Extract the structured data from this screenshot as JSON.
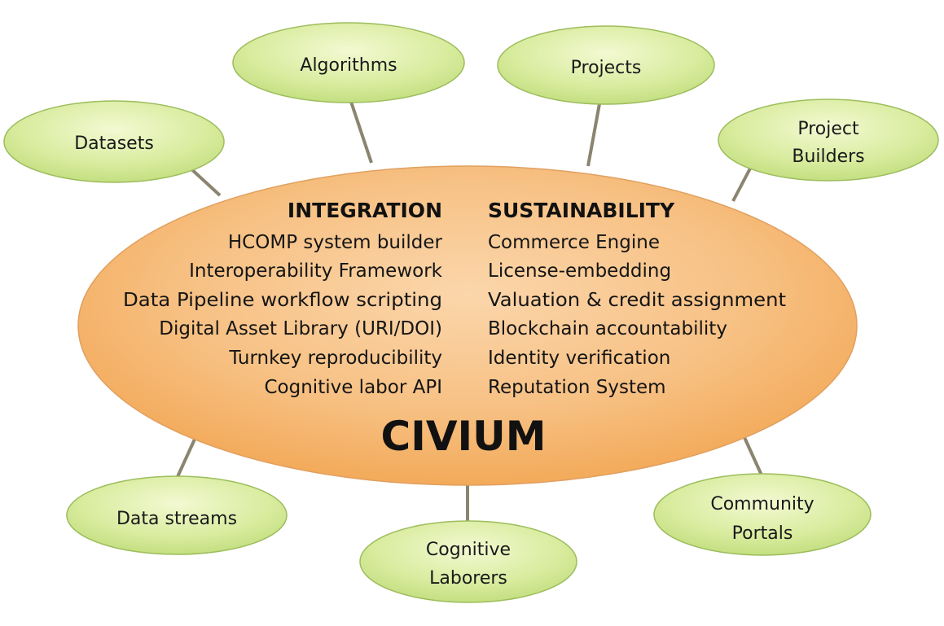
{
  "center": {
    "title": "CIVIUM",
    "integration": {
      "heading": "INTEGRATION",
      "items": [
        "HCOMP system builder",
        "Interoperability Framework",
        "Data Pipeline workflow scripting",
        "Digital Asset Library (URI/DOI)",
        "Turnkey reproducibility",
        "Cognitive labor API"
      ]
    },
    "sustainability": {
      "heading": "SUSTAINABILITY",
      "items": [
        "Commerce Engine",
        "License-embedding",
        "Valuation & credit assignment",
        "Blockchain accountability",
        "Identity verification",
        "Reputation System"
      ]
    }
  },
  "satellites": [
    {
      "id": "algorithms",
      "lines": [
        "Algorithms"
      ]
    },
    {
      "id": "projects",
      "lines": [
        "Projects"
      ]
    },
    {
      "id": "datasets",
      "lines": [
        "Datasets"
      ]
    },
    {
      "id": "project-builders",
      "lines": [
        "Project",
        "Builders"
      ]
    },
    {
      "id": "data-streams",
      "lines": [
        "Data streams"
      ]
    },
    {
      "id": "cognitive-laborers",
      "lines": [
        "Cognitive",
        "Laborers"
      ]
    },
    {
      "id": "community-portals",
      "lines": [
        "Community",
        "Portals"
      ]
    }
  ],
  "colors": {
    "center_fill_light": "#fbd3a6",
    "center_fill_dark": "#f2a551",
    "center_stroke": "#e0a060",
    "satellite_fill_light": "#f0f7c6",
    "satellite_fill_dark": "#bfdc7a",
    "satellite_stroke": "#9dbd5c",
    "connector": "#8b8470"
  }
}
